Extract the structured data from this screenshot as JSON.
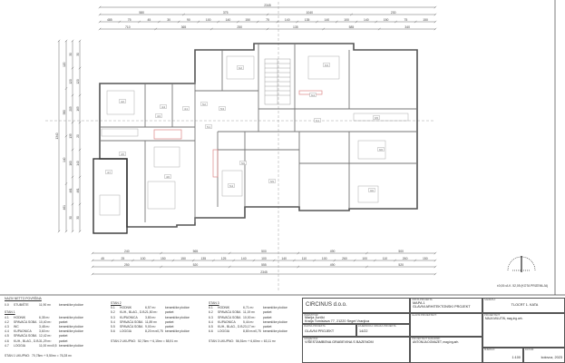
{
  "dimensions": {
    "top": [
      [
        "2345"
      ],
      [
        "580",
        "375",
        "1040",
        "230"
      ],
      [
        "485",
        "75",
        "45",
        "30",
        "90",
        "100",
        "140",
        "150",
        "75",
        "140",
        "135",
        "140",
        "100",
        "140",
        "150",
        "75",
        "150"
      ],
      [
        "710",
        "365",
        "250",
        "135",
        "585",
        "340"
      ]
    ],
    "bottom": [
      [
        "240",
        "565",
        "500",
        "490",
        "500"
      ],
      [
        "45",
        "25",
        "100",
        "150",
        "150",
        "135",
        "125",
        "140",
        "100",
        "140",
        "110",
        "100",
        "260",
        "100",
        "110",
        "260",
        "150"
      ],
      [
        "250",
        "520",
        "555",
        "490",
        "520"
      ],
      [
        "2345"
      ]
    ],
    "left": [
      [
        "1340"
      ],
      [
        "120",
        "580",
        "140",
        "461"
      ],
      [
        "30",
        "120",
        "205",
        "135",
        "160",
        "461",
        "30"
      ],
      [
        "30",
        "120",
        "165",
        "20",
        "140",
        "461",
        "30"
      ]
    ]
  },
  "room_tags": [
    "4.1",
    "4.2",
    "4.3",
    "4.4",
    "4.5",
    "4.6",
    "4.7",
    "5.1",
    "5.2",
    "5.3",
    "5.4",
    "5.5",
    "5.6",
    "6.1",
    "6.2",
    "6.3",
    "6.4",
    "6.5",
    "6.6",
    "0.0"
  ],
  "level_note": "±0,00=A.K. 52,05 (KOTA PRIZEMLJA)",
  "areas": {
    "header": "NAZIV NETTO POVRŠINA",
    "common": {
      "code": "0.0",
      "name": "STUBIŠTE",
      "area": "11,90 m²",
      "finish": "keramičke pločice"
    },
    "stan1": {
      "title": "STAN 1",
      "rows": [
        {
          "code": "4.1",
          "name": "HODNIK",
          "area": "6,35 m²",
          "finish": "keramičke pločice"
        },
        {
          "code": "4.2",
          "name": "SPAVAĆA SOBA",
          "area": "10,40 m²",
          "finish": "parket"
        },
        {
          "code": "4.3",
          "name": "WC",
          "area": "3,48 m²",
          "finish": "keramičke pločice"
        },
        {
          "code": "4.4",
          "name": "KUPAONICA",
          "area": "3,60 m²",
          "finish": "keramičke pločice"
        },
        {
          "code": "4.5",
          "name": "SPAVAĆA SOBA",
          "area": "12,42 m²",
          "finish": "parket"
        },
        {
          "code": "4.6",
          "name": "KUH., BLAG., D.B.",
          "area": "31,29 m²",
          "finish": "parket"
        },
        {
          "code": "4.7",
          "name": "LOGGIA",
          "area": "11,00 m²x0,5",
          "finish": "keramičke pločice"
        }
      ],
      "total_label": "STAN 1 UKUPNO:",
      "total": "70,78m² + 5,50m² = 76,28 m²"
    },
    "stan2": {
      "title": "STAN 2",
      "rows": [
        {
          "code": "5.1",
          "name": "HODNIK",
          "area": "6,57 m²",
          "finish": "keramičke pločice"
        },
        {
          "code": "5.2",
          "name": "KUH., BLAG., D.B.",
          "area": "21,50 m²",
          "finish": "parket"
        },
        {
          "code": "5.3",
          "name": "KUPAONICA",
          "area": "3,80 m²",
          "finish": "keramičke pločice"
        },
        {
          "code": "5.4",
          "name": "SPAVAĆA SOBA",
          "area": "11,89 m²",
          "finish": "parket"
        },
        {
          "code": "5.5",
          "name": "SPAVAĆA SOBA",
          "area": "9,00 m²",
          "finish": "parket"
        },
        {
          "code": "5.6",
          "name": "LOGGIA",
          "area": "8,20 m²x0,75",
          "finish": "keramičke pločice"
        }
      ],
      "total_label": "STAN 2 UKUPNO:",
      "total": "52,76m² + 6,15m² = 58,91 m²"
    },
    "stan3": {
      "title": "STAN 3",
      "rows": [
        {
          "code": "6.1",
          "name": "HODNIK",
          "area": "6,71 m²",
          "finish": "keramičke pločice"
        },
        {
          "code": "6.2",
          "name": "SPAVAĆA SOBA",
          "area": "11,19 m²",
          "finish": "parket"
        },
        {
          "code": "6.3",
          "name": "SPAVAĆA SOBA",
          "area": "10,00 m²",
          "finish": "parket"
        },
        {
          "code": "6.4",
          "name": "KUPAONICA",
          "area": "5,44 m²",
          "finish": "keramičke pločice"
        },
        {
          "code": "6.5",
          "name": "KUH., BLAG., D.B.",
          "area": "23,17 m²",
          "finish": "parket"
        },
        {
          "code": "6.6",
          "name": "LOGGIA",
          "area": "8,80 m²x0,75",
          "finish": "keramičke pločice"
        }
      ],
      "total_label": "STAN 3 UKUPNO:",
      "total": "56,51m² + 6,60m² = 63,11 m²"
    }
  },
  "title_block": {
    "company": "CIRCINUS d.o.o.",
    "investor_label": "INVESTITOR:",
    "investor": "Marija Juričić",
    "investor_address": "Kralja Tomislava 77, 21220 Seget Vranjica",
    "level_label": "RAZINA PROJEKTA:",
    "level": "GLAVNI PROJEKT",
    "code_label": "ZAJEDNIČKA OZNAKA PROJEKTA:",
    "code": "14/22",
    "building_label": "GRAĐEVINA:",
    "building": "VIŠESTAMBENA GRAĐEVINA S BAZENOM",
    "type_label": "VRSTA PROJEKTA:",
    "type_1": "MAPA 1",
    "type_2": "GLAVNI ARHITEKTONSKI PROJEKT",
    "chief_label": "GLAVNI PROJEKTANT:",
    "associate_label": "PROJEKTANT SURADNIK:",
    "associate": "ANTONIJA DOMAZET, mag.ing.arh.",
    "content_label": "SADRŽAJ:",
    "content": "TLOCRT 1. KATA",
    "designer_label": "PROJEKTANT:",
    "designer": "MAJA MILUTIN, mag.ing.arh.",
    "scale_label": "MJERILO:",
    "scale": "1:100",
    "date_label": "DATUM:",
    "date": "kolovoz, 2023"
  }
}
